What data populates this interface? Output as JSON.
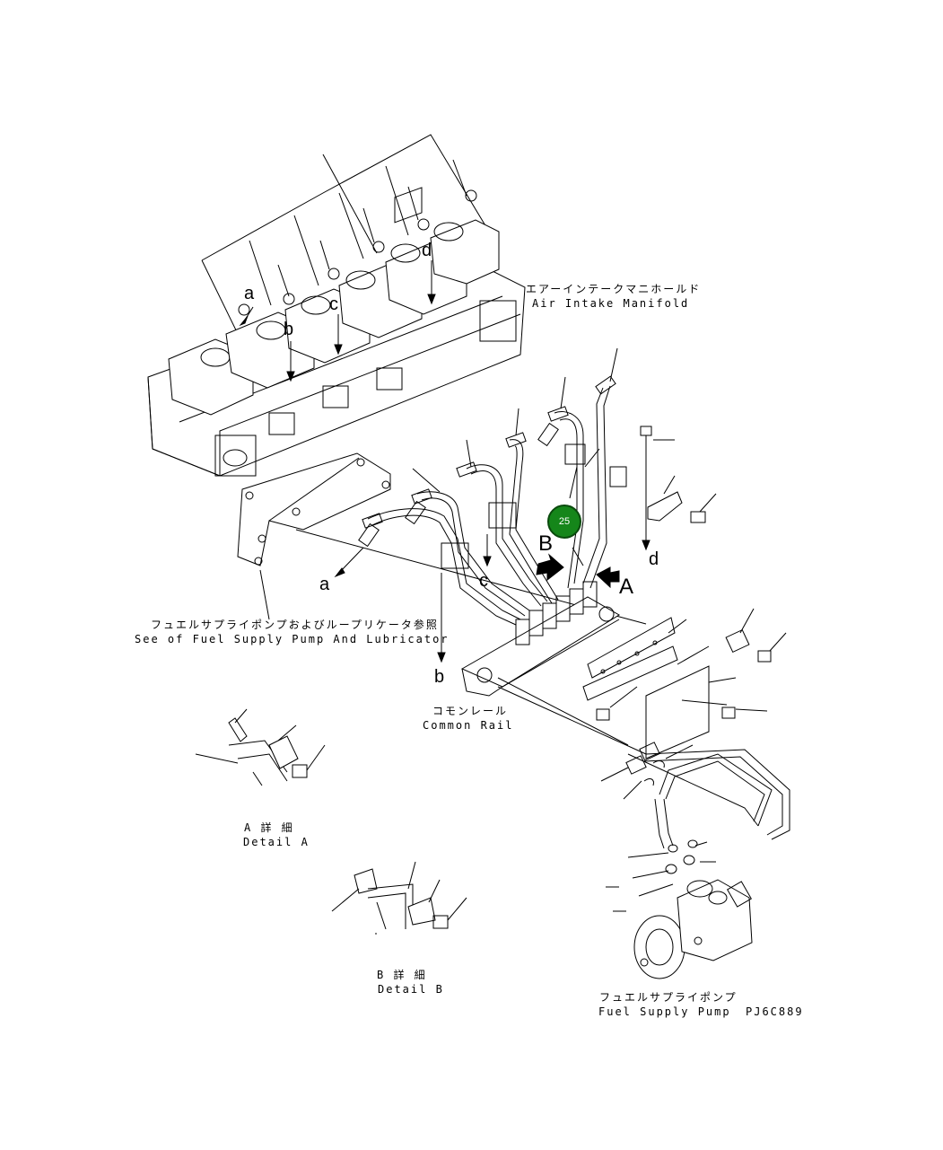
{
  "labels": {
    "air_intake_jp": "エアーインテークマニホールド",
    "air_intake_en": "Air Intake Manifold",
    "see_fuel_jp": "フュエルサプライポンプおよびループリケータ参照",
    "see_fuel_en": "See of Fuel Supply Pump And Lubricator",
    "common_rail_jp": "コモンレール",
    "common_rail_en": "Common Rail",
    "detail_a_jp": "A 詳 細",
    "detail_a_en": "Detail A",
    "detail_b_jp": "B 詳 細",
    "detail_b_en": "Detail B",
    "fuel_pump_jp": "フュエルサプライポンプ",
    "fuel_pump_en": "Fuel Supply Pump",
    "drawing_code": "PJ6C889"
  },
  "reference_letters": {
    "a_top": "a",
    "b_top": "b",
    "c_top": "c",
    "d_top": "d",
    "a_bottom": "a",
    "b_bottom": "b",
    "c_bottom": "c",
    "d_bottom": "d",
    "view_a": "A",
    "view_b": "B"
  },
  "callout": {
    "number": "25",
    "color": "#15861a"
  }
}
